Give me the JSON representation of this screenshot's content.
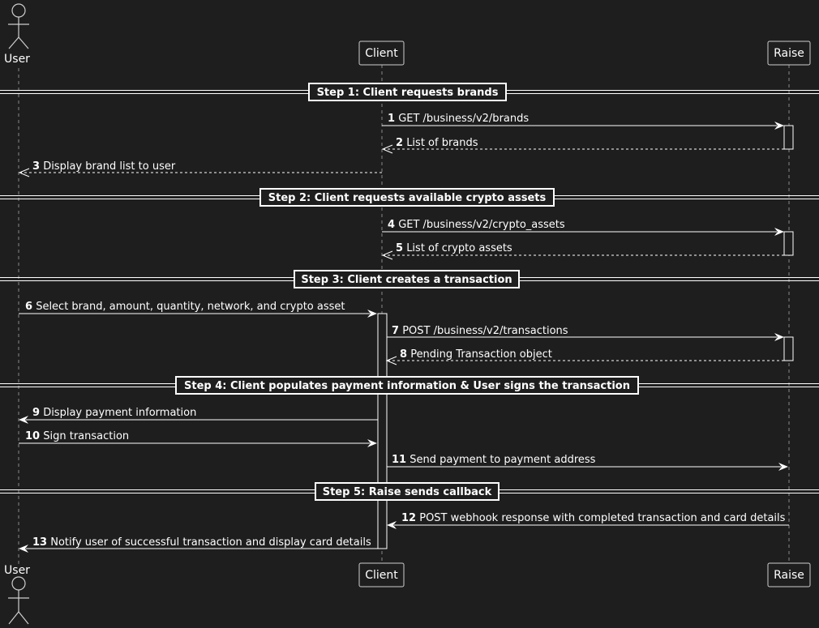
{
  "participants": {
    "user": "User",
    "client": "Client",
    "raise": "Raise"
  },
  "steps": [
    "Step 1: Client requests brands",
    "Step 2: Client requests available crypto assets",
    "Step 3: Client creates a transaction",
    "Step 4: Client populates payment information & User signs the transaction",
    "Step 5: Raise sends callback"
  ],
  "messages": [
    {
      "num": "1",
      "text": "GET /business/v2/brands"
    },
    {
      "num": "2",
      "text": "List of brands"
    },
    {
      "num": "3",
      "text": "Display brand list to user"
    },
    {
      "num": "4",
      "text": "GET /business/v2/crypto_assets"
    },
    {
      "num": "5",
      "text": "List of crypto assets"
    },
    {
      "num": "6",
      "text": "Select brand, amount, quantity, network, and crypto asset"
    },
    {
      "num": "7",
      "text": "POST /business/v2/transactions"
    },
    {
      "num": "8",
      "text": "Pending Transaction object"
    },
    {
      "num": "9",
      "text": "Display payment information"
    },
    {
      "num": "10",
      "text": "Sign transaction"
    },
    {
      "num": "11",
      "text": "Send payment to payment address"
    },
    {
      "num": "12",
      "text": "POST webhook response with completed transaction and card details"
    },
    {
      "num": "13",
      "text": "Notify user of successful transaction and display card details"
    }
  ]
}
